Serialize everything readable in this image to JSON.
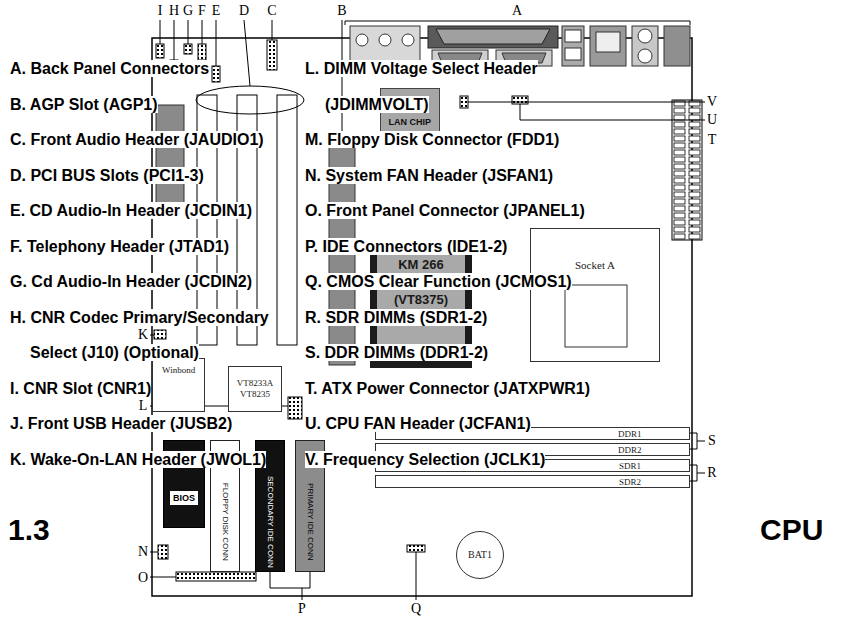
{
  "diagram": {
    "nodes": [
      {
        "text": [
          "LAN CHIP"
        ]
      },
      {
        "text": [
          "Socket A"
        ]
      },
      {
        "text": [
          "KM 266 (VT8375)"
        ]
      },
      {
        "text": [
          "Winbond"
        ]
      },
      {
        "text": [
          "VT8233A VT8235"
        ]
      },
      {
        "text": [
          "DDR1"
        ]
      },
      {
        "text": [
          "DDR2"
        ]
      },
      {
        "text": [
          "SDR1"
        ]
      },
      {
        "text": [
          "SDR2"
        ]
      },
      {
        "text": [
          "BIOS"
        ]
      },
      {
        "text": [
          "FLOPPY DISK CONN"
        ]
      },
      {
        "text": [
          "SECONDARY IDE CONN"
        ]
      },
      {
        "text": [
          "PRIMARY IDE CONN"
        ]
      },
      {
        "text": [
          "BAT1"
        ]
      }
    ],
    "labels": [
      "A. Back Panel Connectors",
      "B. AGP Slot (AGP1)",
      "C. Front Audio Header (JAUDIO1)",
      "D. PCI BUS Slots (PCI1-3)",
      "E. CD Audio-In Header (JCDIN1)",
      "F. Telephony Header (JTAD1)",
      "G. Cd Audio-In Header (JCDIN2)",
      "H. CNR Codec Primary/Secondary Select (J10) (Optional)",
      "I. CNR Slot (CNR1)",
      "J. Front USB Header (JUSB2)",
      "K. Wake-On-LAN Header (JWOL1)",
      "L. DIMM Voltage Select Header (JDIMMVOLT)",
      "M. Floppy Disk Connector (FDD1)",
      "N. System FAN Header (JSFAN1)",
      "O. Front Panel Connector (JPANEL1)",
      "P. IDE Connectors (IDE1-2)",
      "Q. CMOS Clear Function (JCMOS1)",
      "R. SDR DIMMs (SDR1-2)",
      "S. DDR DIMMs (DDR1-2)",
      "T. ATX Power Connector (JATXPWR1)",
      "U. CPU FAN Header (JCFAN1)",
      "V. Frequency Selection (JCLK1)",
      "1.3",
      "CPU",
      "I",
      "H",
      "G",
      "F",
      "E",
      "D",
      "C",
      "B",
      "A",
      "V",
      "U",
      "T",
      "S",
      "R",
      "K",
      "L",
      "N",
      "O",
      "P",
      "Q"
    ]
  }
}
